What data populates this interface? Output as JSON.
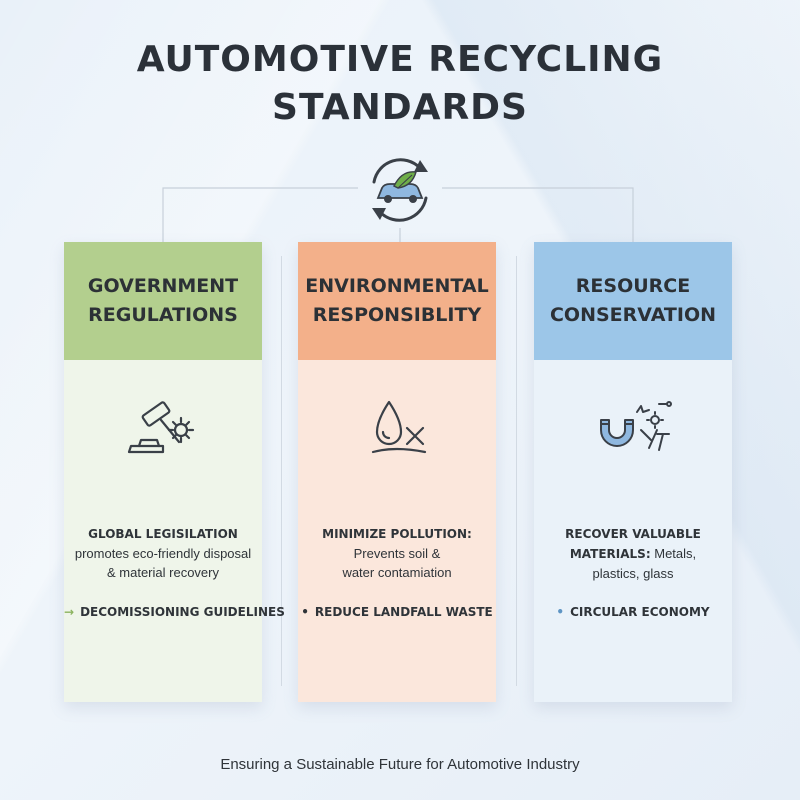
{
  "title": {
    "line1": "AUTOMOTIVE RECYCLING",
    "line2": "STANDARDS"
  },
  "hub": {
    "icon": "recycling-car-leaf-icon"
  },
  "columns": [
    {
      "heading_line1": "GOVERNMENT",
      "heading_line2": "REGULATIONS",
      "icon": "gavel-gear-icon",
      "desc_bold": "GLOBAL LEGISILATION",
      "desc_text_line1": "promotes eco-friendly disposal",
      "desc_text_line2": "& material recovery",
      "bullet": "DECOMISSIONING GUIDELINES",
      "bullet_mark": "→",
      "color": "#b3cf8e"
    },
    {
      "heading_line1": "ENVIRONMENTAL",
      "heading_line2": "RESPONSIBLITY",
      "icon": "droplet-pollution-x-icon",
      "desc_bold": "MINIMIZE POLLUTION:",
      "desc_text_line1": "Prevents soil &",
      "desc_text_line2": "water contamiation",
      "bullet": "REDUCE LANDFALL WASTE",
      "bullet_mark": "•",
      "color": "#f3b08a"
    },
    {
      "heading_line1": "RESOURCE",
      "heading_line2": "CONSERVATION",
      "icon": "magnet-tools-icon",
      "desc_bold_line1": "RECOVER VALUABLE",
      "desc_bold_line2": "MATERIALS:",
      "desc_text_line1": " Metals,",
      "desc_text_line2": "plastics, glass",
      "bullet": "CIRCULAR ECONOMY",
      "bullet_mark": "•",
      "color": "#9cc6e8"
    }
  ],
  "footer": "Ensuring a Sustainable Future for Automotive Industry"
}
